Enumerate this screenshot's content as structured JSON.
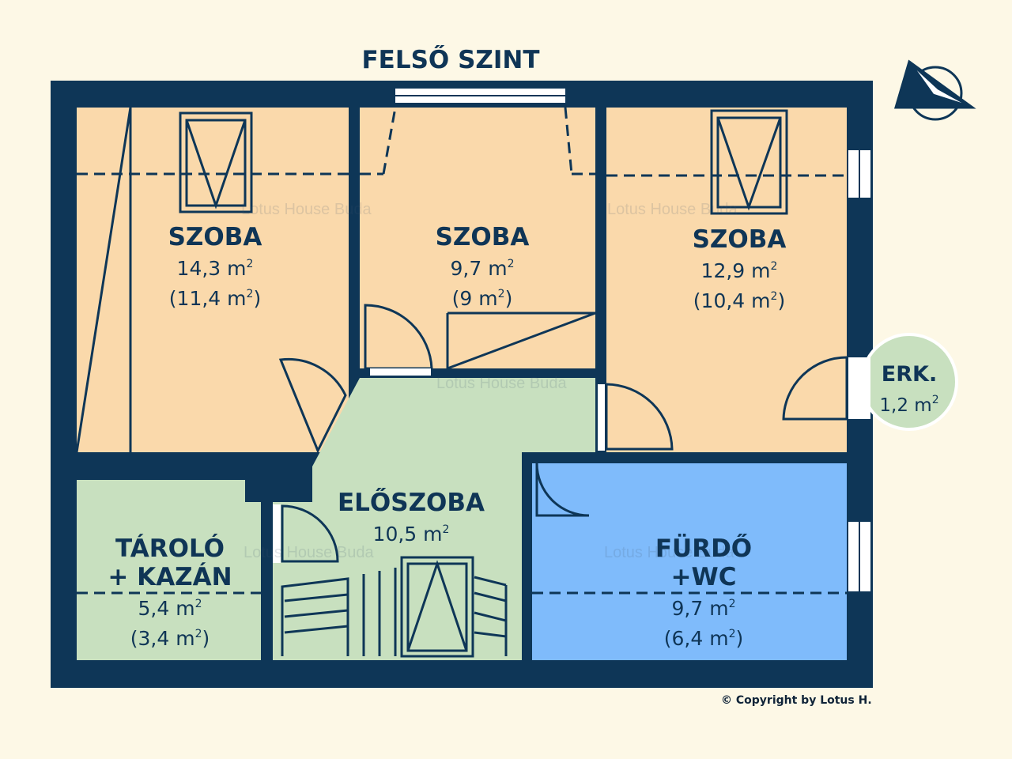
{
  "title": "FELSŐ SZINT",
  "copyright": "© Copyright by Lotus H.",
  "watermark": "Lotus House Buda",
  "area_unit": "m",
  "area_exp": "2",
  "colors": {
    "wall": "#0e3657",
    "room": "#fad9ab",
    "hall": "#c8e0bf",
    "bath": "#7fbbfb",
    "balcony": "#c8e0bf",
    "background": "#fdf8e6"
  },
  "rooms": {
    "room1": {
      "name": "SZOBA",
      "area": "14,3",
      "net": "11,4"
    },
    "room2": {
      "name": "SZOBA",
      "area": "9,7",
      "net": "9"
    },
    "room3": {
      "name": "SZOBA",
      "area": "12,9",
      "net": "10,4"
    },
    "balcony": {
      "name": "ERK.",
      "area": "1,2"
    },
    "hall": {
      "name": "ELŐSZOBA",
      "area": "10,5"
    },
    "storage": {
      "name1": "TÁROLÓ",
      "name2": "+ KAZÁN",
      "area": "5,4",
      "net": "3,4"
    },
    "bath": {
      "name1": "FÜRDŐ",
      "name2": "+WC",
      "area": "9,7",
      "net": "6,4"
    }
  },
  "icons": {
    "compass": "compass-icon"
  }
}
